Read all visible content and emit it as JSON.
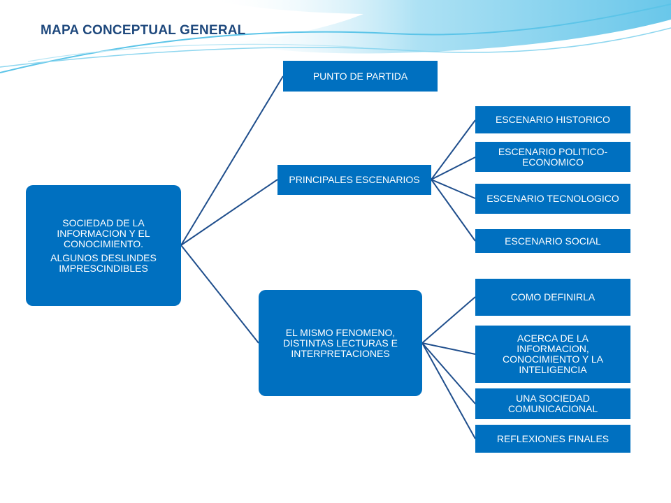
{
  "slide": {
    "title": "MAPA CONCEPTUAL GENERAL",
    "colors": {
      "title": "#1f497d",
      "node_fill": "#0070c0",
      "node_text": "#ffffff",
      "connector": "#1f4e8c",
      "wave": "#5bc4e8"
    }
  },
  "map": {
    "root": {
      "line1": "SOCIEDAD DE LA INFORMACION Y EL CONOCIMIENTO.",
      "line2": "ALGUNOS DESLINDES IMPRESCINDIBLES"
    },
    "branches": [
      {
        "label": "PUNTO DE PARTIDA",
        "children": []
      },
      {
        "label": "PRINCIPALES ESCENARIOS",
        "children": [
          "ESCENARIO HISTORICO",
          "ESCENARIO POLITICO-ECONOMICO",
          "ESCENARIO TECNOLOGICO",
          "ESCENARIO SOCIAL"
        ]
      },
      {
        "label": "EL MISMO FENOMENO, DISTINTAS LECTURAS E INTERPRETACIONES",
        "children": [
          "COMO DEFINIRLA",
          "ACERCA DE LA INFORMACION, CONOCIMIENTO Y LA INTELIGENCIA",
          "UNA SOCIEDAD COMUNICACIONAL",
          "REFLEXIONES FINALES"
        ]
      }
    ]
  }
}
